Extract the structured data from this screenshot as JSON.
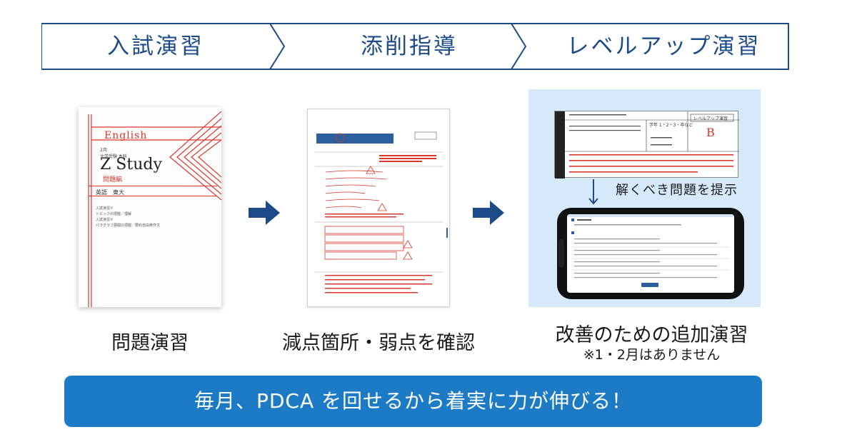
{
  "steps": [
    "入試演習",
    "添削指導",
    "レベルアップ演習"
  ],
  "book": {
    "english": "English",
    "subtitle_line1": "2月",
    "subtitle_line2": "大学受験 本科",
    "title": "Z Study",
    "kind": "問題編",
    "subject": "英語　東大",
    "notes_line1": "入試演習①",
    "notes_line2": "トピックの把握／理解",
    "notes_line3": "入試演習②",
    "notes_line4": "パラグラフ展開の把握／要約自由英作文"
  },
  "levelup": {
    "grade_label": "学年 1・2・3・卒など",
    "title_box": "レベルアップ演習",
    "grade_mark": "B",
    "hint": "解くべき問題を提示"
  },
  "captions": {
    "panel1": "問題演習",
    "panel2": "減点箇所・弱点を確認",
    "panel3": "改善のための追加演習",
    "note": "※1・2月はありません"
  },
  "banner": "毎月、PDCA を回せるから着実に力が伸びる！",
  "colors": {
    "navy": "#1d4b87",
    "accent_red": "#d9372b",
    "banner_blue": "#1d7bc6",
    "panel_bg": "#d6e9fb"
  }
}
